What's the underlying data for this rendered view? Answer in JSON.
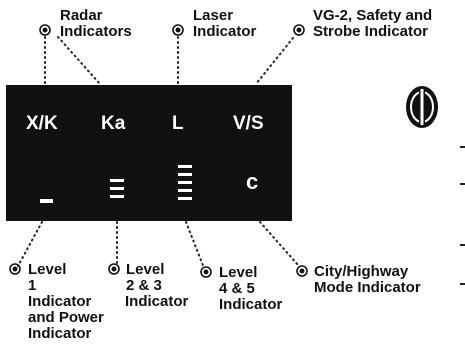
{
  "labels": {
    "radar": [
      "Radar",
      "Indicators"
    ],
    "laser": [
      "Laser",
      "Indicator"
    ],
    "vg2": [
      "VG-2, Safety and",
      "Strobe Indicator"
    ],
    "level1": [
      "Level",
      "1",
      "Indicator",
      "and Power",
      "Indicator"
    ],
    "level23": [
      "Level",
      "2 & 3",
      "Indicator"
    ],
    "level45": [
      "Level",
      "4 & 5",
      "Indicator"
    ],
    "city": [
      "City/Highway",
      "Mode Indicator"
    ]
  },
  "display": {
    "xk": "X/K",
    "ka": "Ka",
    "l": "L",
    "vs": "V/S",
    "c": "c",
    "level_bars": {
      "level1": 1,
      "level23": 3,
      "level45": 5
    }
  },
  "colors": {
    "panel": "#111111",
    "text": "#111111",
    "display_text": "#ffffff"
  },
  "icons": [
    "bullet-icon",
    "power-knob-icon"
  ]
}
